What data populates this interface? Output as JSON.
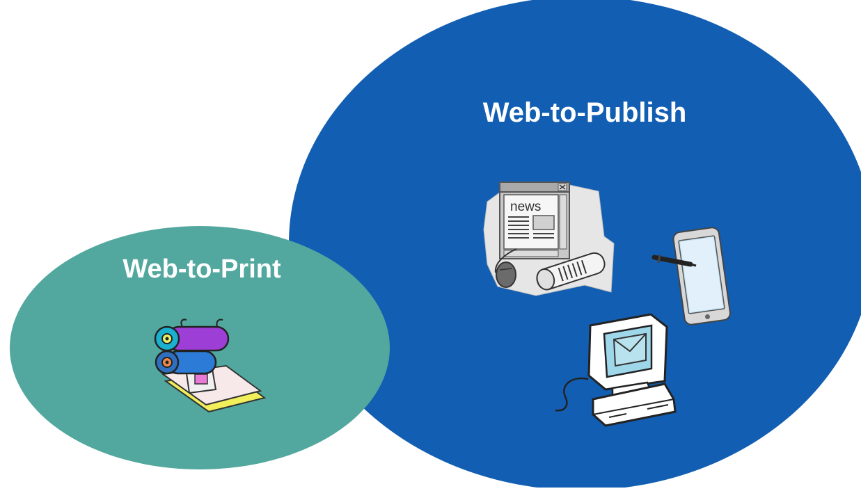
{
  "diagram": {
    "publish": {
      "title": "Web-to-Publish",
      "color": "#125eb2"
    },
    "print": {
      "title": "Web-to-Print",
      "color": "#52a89e"
    },
    "icons": {
      "newspaper": {
        "name": "newspaper-window-icon",
        "screen_text": "news"
      },
      "tablet": {
        "name": "tablet-stylus-icon"
      },
      "computer": {
        "name": "computer-email-icon"
      },
      "press": {
        "name": "printing-press-icon"
      }
    }
  }
}
